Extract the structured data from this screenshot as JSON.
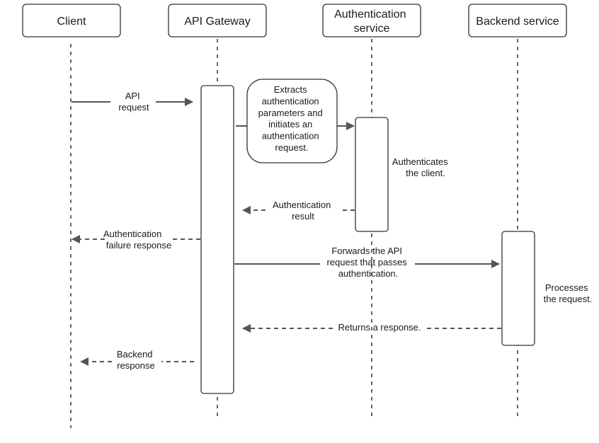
{
  "actors": {
    "client": {
      "lines": [
        "Client"
      ]
    },
    "gateway": {
      "lines": [
        "API Gateway"
      ]
    },
    "auth": {
      "lines": [
        "Authentication",
        "service"
      ]
    },
    "backend": {
      "lines": [
        "Backend service"
      ]
    }
  },
  "messages": {
    "api_request": {
      "lines": [
        "API",
        "request"
      ]
    },
    "extract_params": {
      "lines": [
        "Extracts",
        "authentication",
        "parameters and",
        "initiates an",
        "authentication",
        "request."
      ]
    },
    "auth_result": {
      "lines": [
        "Authentication",
        "result"
      ]
    },
    "auth_failure": {
      "lines": [
        "Authentication",
        "failure response"
      ]
    },
    "forwards": {
      "lines": [
        "Forwards the API",
        "request that passes",
        "authentication."
      ]
    },
    "returns": {
      "lines": [
        "Returns a response."
      ]
    },
    "backend_response": {
      "lines": [
        "Backend",
        "response"
      ]
    }
  },
  "notes": {
    "authenticates": {
      "lines": [
        "Authenticates",
        "the client."
      ]
    },
    "processes": {
      "lines": [
        "Processes",
        "the request."
      ]
    }
  },
  "colors": {
    "stroke": "#333333",
    "arrow": "#555555",
    "lifeline": "#666666",
    "background": "#ffffff"
  }
}
